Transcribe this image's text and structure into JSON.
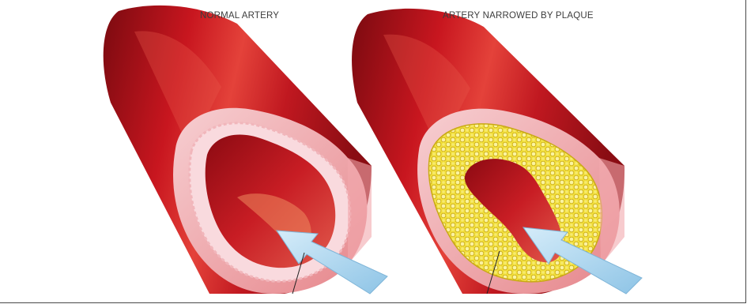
{
  "labels": {
    "normal": "NORMAL ARTERY",
    "narrowed": "ARTERY NARROWED BY PLAQUE"
  },
  "colors": {
    "artery_dark": "#7d0a10",
    "artery_mid": "#c4161f",
    "artery_light": "#e9473d",
    "wall_outer": "#e98a8e",
    "wall_inner": "#f4c3c6",
    "lumen": "#a50f17",
    "plaque": "#f2e23a",
    "plaque_edge": "#c2a611",
    "arrow": "#a8d4ef"
  },
  "icons": [
    "blood-flow-arrow",
    "pointer-line"
  ]
}
